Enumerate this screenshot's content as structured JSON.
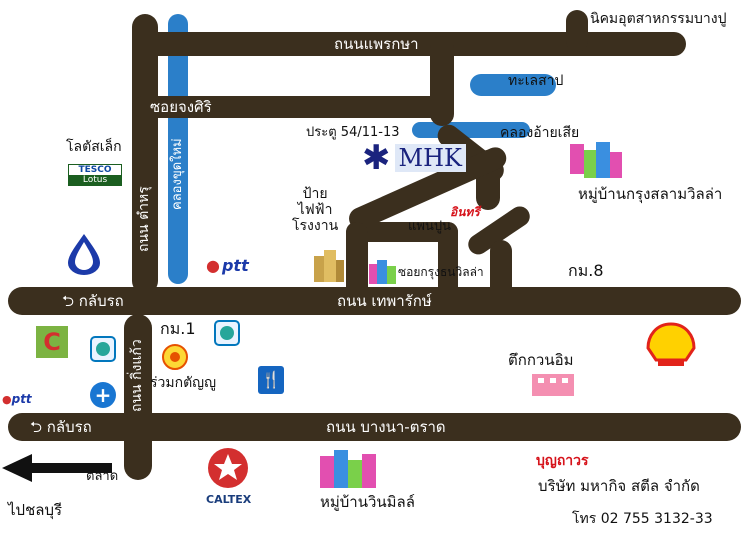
{
  "roads": {
    "phraeksa": "ถนนแพรกษา",
    "thepharak": "ถนน เทพารักษ์",
    "bangna_trat": "ถนน บางนา-ตราด",
    "soi_chongsiri": "ซอยจงศิริ",
    "tamru": "ถนน ตำหรุ",
    "king_kaew": "ถนน กิ่งแก้ว"
  },
  "canals": {
    "khlong_chuk_mai": "คลองขุดใหม่",
    "khlong_ai_sia": "คลองอ้ายเสีย",
    "lake": "ทะเลสาป"
  },
  "labels": {
    "industrial_estate": "นิคมอุตสาหกรรมบางปู",
    "gate": "ประตู 54/11-13",
    "brand": "MHK",
    "power_station": "ป้าย\nไฟฟ้า\nโรงงาน",
    "phan_pun": "แพนปูน",
    "inseee": "อินทรี",
    "krung_salam_villa": "หมู่บ้านกรุงสลามวิลล่า",
    "soi_krungthon_villa": "ซอยกรุงธนวิลล่า",
    "km8": "กม.8",
    "km1": "กม.1",
    "uturn1": "กลับรถ",
    "uturn2": "กลับรถ",
    "lotus_small": "โลตัสเล็ก",
    "tesco": "TESCO",
    "lotus": "Lotus",
    "ptt1": "ptt",
    "ptt2": "ptt",
    "ruam_katanyu": "ร่วมกตัญญู",
    "tuk_kuan_im": "ตึกกวนอิม",
    "market": "ตลาด",
    "chonburi": "ไปชลบุรี",
    "caltex": "CALTEX",
    "win_mill_village": "หมู่บ้านวินมิลล์",
    "boonthavorn": "บุญถาวร",
    "company": "บริษัท มหากิจ สตีล จำกัด",
    "phone": "โทร 02 755 3132-33"
  },
  "colors": {
    "road": "#3b2f1e",
    "canal": "#2b7fc9",
    "brand": "#1a237e",
    "shell_red": "#e2231a",
    "shell_yellow": "#ffd100"
  },
  "icons": [
    "star-marker-icon",
    "building-icon",
    "fuel-drop-icon",
    "restaurant-icon",
    "first-aid-icon",
    "arrow-left-icon",
    "u-turn-icon"
  ]
}
